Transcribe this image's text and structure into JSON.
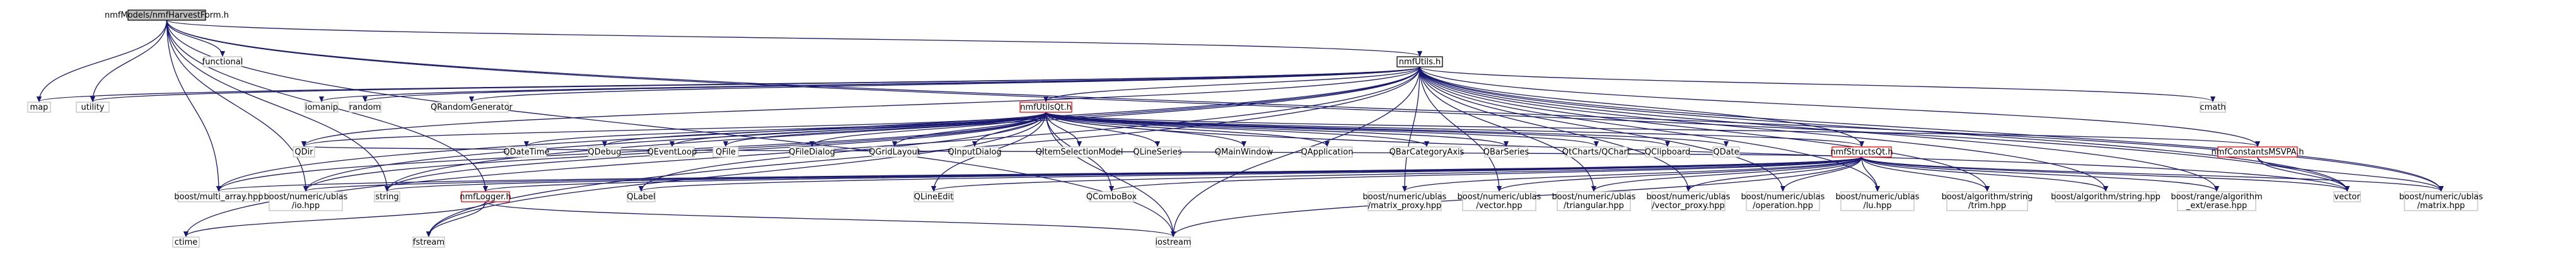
{
  "colors": {
    "edge": "#191970",
    "node_border": "#bfbfbf",
    "root_fill": "#bfbfbf",
    "root_border": "#000000",
    "project_border": "#ff0000",
    "text": "#000000"
  },
  "nodes": [
    {
      "id": "root",
      "label": "nmfModels/nmfHarvestForm.h",
      "kind": "root"
    },
    {
      "id": "functional",
      "label": "functional"
    },
    {
      "id": "nmfUtils_h",
      "label": "nmfUtils.h",
      "kind": "primary"
    },
    {
      "id": "map",
      "label": "map"
    },
    {
      "id": "utility",
      "label": "utility"
    },
    {
      "id": "iomanip",
      "label": "iomanip"
    },
    {
      "id": "random",
      "label": "random"
    },
    {
      "id": "QRandomGenerator",
      "label": "QRandomGenerator"
    },
    {
      "id": "nmfUtilsQt_h",
      "label": "nmfUtilsQt.h",
      "kind": "project"
    },
    {
      "id": "cmath",
      "label": "cmath"
    },
    {
      "id": "QDir",
      "label": "QDir"
    },
    {
      "id": "QDateTime",
      "label": "QDateTime"
    },
    {
      "id": "QDebug",
      "label": "QDebug"
    },
    {
      "id": "QEventLoop",
      "label": "QEventLoop"
    },
    {
      "id": "QFile",
      "label": "QFile"
    },
    {
      "id": "QFileDialog",
      "label": "QFileDialog"
    },
    {
      "id": "QGridLayout",
      "label": "QGridLayout"
    },
    {
      "id": "QInputDialog",
      "label": "QInputDialog"
    },
    {
      "id": "QItemSelectionModel",
      "label": "QItemSelectionModel"
    },
    {
      "id": "QLineSeries",
      "label": "QLineSeries"
    },
    {
      "id": "QMainWindow",
      "label": "QMainWindow"
    },
    {
      "id": "QApplication",
      "label": "QApplication"
    },
    {
      "id": "QBarCategoryAxis",
      "label": "QBarCategoryAxis"
    },
    {
      "id": "QBarSeries",
      "label": "QBarSeries"
    },
    {
      "id": "QtChartsQChart",
      "label": "QtCharts/QChart"
    },
    {
      "id": "QClipboard",
      "label": "QClipboard"
    },
    {
      "id": "QDate",
      "label": "QDate"
    },
    {
      "id": "nmfStructsQt_h",
      "label": "nmfStructsQt.h",
      "kind": "project"
    },
    {
      "id": "nmfConstantsMSVPA_h",
      "label": "nmfConstantsMSVPA.h",
      "kind": "project"
    },
    {
      "id": "multi_array",
      "label": "boost/multi_array.hpp"
    },
    {
      "id": "ublas_io",
      "label": "boost/numeric/ublas\n/io.hpp"
    },
    {
      "id": "string",
      "label": "string"
    },
    {
      "id": "nmfLogger_h",
      "label": "nmfLogger.h",
      "kind": "project"
    },
    {
      "id": "QLabel",
      "label": "QLabel"
    },
    {
      "id": "QLineEdit",
      "label": "QLineEdit"
    },
    {
      "id": "QComboBox",
      "label": "QComboBox"
    },
    {
      "id": "ublas_matrix_proxy",
      "label": "boost/numeric/ublas\n/matrix_proxy.hpp"
    },
    {
      "id": "ublas_vector",
      "label": "boost/numeric/ublas\n/vector.hpp"
    },
    {
      "id": "ublas_triangular",
      "label": "boost/numeric/ublas\n/triangular.hpp"
    },
    {
      "id": "ublas_vector_proxy",
      "label": "boost/numeric/ublas\n/vector_proxy.hpp"
    },
    {
      "id": "ublas_operation",
      "label": "boost/numeric/ublas\n/operation.hpp"
    },
    {
      "id": "ublas_lu",
      "label": "boost/numeric/ublas\n/lu.hpp"
    },
    {
      "id": "algo_string_trim",
      "label": "boost/algorithm/string\n/trim.hpp"
    },
    {
      "id": "algo_string",
      "label": "boost/algorithm/string.hpp"
    },
    {
      "id": "range_algo_erase",
      "label": "boost/range/algorithm\n_ext/erase.hpp"
    },
    {
      "id": "vector",
      "label": "vector"
    },
    {
      "id": "ublas_matrix",
      "label": "boost/numeric/ublas\n/matrix.hpp"
    },
    {
      "id": "ctime",
      "label": "ctime"
    },
    {
      "id": "fstream",
      "label": "fstream"
    },
    {
      "id": "iostream",
      "label": "iostream"
    }
  ]
}
